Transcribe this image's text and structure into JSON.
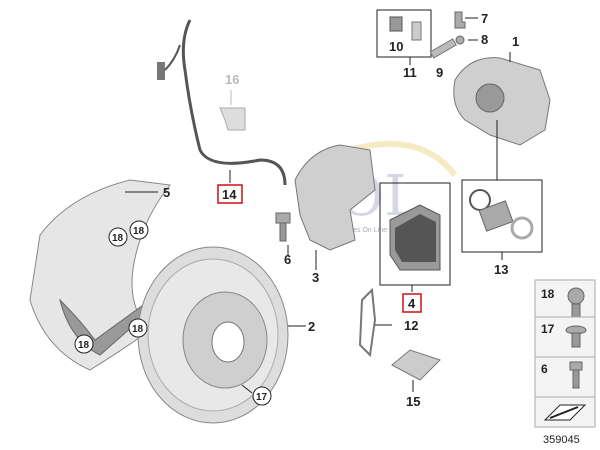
{
  "labels": {
    "l1": "1",
    "l2": "2",
    "l3": "3",
    "l4": "4",
    "l5": "5",
    "l6": "6",
    "l7": "7",
    "l8": "8",
    "l9": "9",
    "l10": "10",
    "l11": "11",
    "l12": "12",
    "l13": "13",
    "l14": "14",
    "l15": "15",
    "l16": "16"
  },
  "circled": {
    "c18a": "18",
    "c18b": "18",
    "c18c": "18",
    "c18d": "18",
    "c17": "17"
  },
  "sidebar": {
    "s18": "18",
    "s17": "17",
    "s6": "6"
  },
  "watermark": {
    "main": "SOL",
    "sub": "Sales On Line"
  },
  "ref_number": "359045",
  "highlight_color": "#cc1111"
}
